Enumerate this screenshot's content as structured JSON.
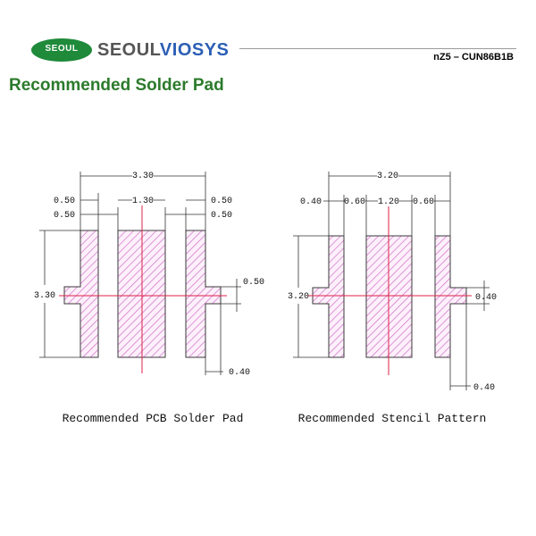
{
  "header": {
    "logo_oval_text": "SEOUL",
    "logo_word_a": "SEOUL",
    "logo_word_b": "VIOSYS",
    "part_number": "nZ5 – CUN86B1B"
  },
  "title": "Recommended Solder Pad",
  "colors": {
    "title_green": "#2c7a2c",
    "logo_green": "#1e8a3a",
    "logo_blue": "#2c5fb5",
    "pad_hatch": "#d070c8",
    "centerline_red": "#e0204a"
  },
  "pcb": {
    "caption": "Recommended PCB Solder Pad",
    "dims": {
      "total_width": "3.30",
      "left_gap_top": "0.50",
      "left_pad_width": "0.50",
      "center_width": "1.30",
      "right_gap_top": "0.50",
      "right_pad_width": "0.50",
      "height": "3.30",
      "tab_height": "0.50",
      "tab_length": "0.40"
    }
  },
  "stencil": {
    "caption": "Recommended Stencil Pattern",
    "dims": {
      "total_width": "3.20",
      "side_width": "0.40",
      "left_gap": "0.60",
      "center_width": "1.20",
      "right_gap": "0.60",
      "height": "3.20",
      "tab_height": "0.40",
      "tab_length": "0.40"
    }
  }
}
